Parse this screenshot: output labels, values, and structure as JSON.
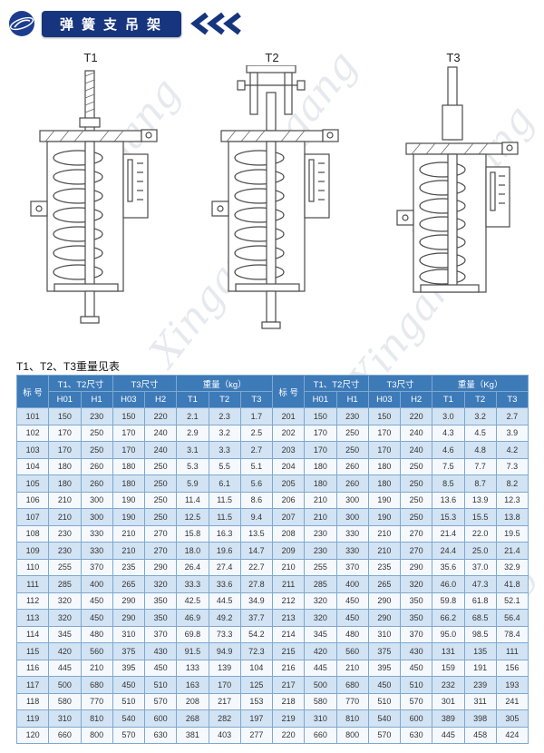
{
  "header": {
    "title": "弹簧支吊架"
  },
  "figures": [
    {
      "label": "T1"
    },
    {
      "label": "T2"
    },
    {
      "label": "T3"
    }
  ],
  "table_title": "T1、T2、T3重量见表",
  "watermark_text": "Xingang",
  "colors": {
    "banner_navy": "#17357e",
    "table_header_blue": "#3d7ab8",
    "row_alt_blue": "#d2e3f3",
    "table_border": "#7fa8cf"
  },
  "table": {
    "header": {
      "mark": "标 号",
      "t1t2_dim": "T1、T2尺寸",
      "t3_dim": "T3尺寸",
      "weight_left": "重量（kg）",
      "weight_right": "重量（Kg）",
      "sub": [
        "H01",
        "H1",
        "H03",
        "H2",
        "T1",
        "T2",
        "T3"
      ]
    },
    "rows": [
      [
        "101",
        "150",
        "230",
        "150",
        "220",
        "2.1",
        "2.3",
        "1.7",
        "201",
        "150",
        "230",
        "150",
        "220",
        "3.0",
        "3.2",
        "2.7"
      ],
      [
        "102",
        "170",
        "250",
        "170",
        "240",
        "2.9",
        "3.2",
        "2.5",
        "202",
        "170",
        "250",
        "170",
        "240",
        "4.3",
        "4.5",
        "3.9"
      ],
      [
        "103",
        "170",
        "250",
        "170",
        "240",
        "3.1",
        "3.3",
        "2.7",
        "203",
        "170",
        "250",
        "170",
        "240",
        "4.6",
        "4.8",
        "4.2"
      ],
      [
        "104",
        "180",
        "260",
        "180",
        "250",
        "5.3",
        "5.5",
        "5.1",
        "204",
        "180",
        "260",
        "180",
        "250",
        "7.5",
        "7.7",
        "7.3"
      ],
      [
        "105",
        "180",
        "260",
        "180",
        "250",
        "5.9",
        "6.1",
        "5.6",
        "205",
        "180",
        "260",
        "180",
        "250",
        "8.5",
        "8.7",
        "8.2"
      ],
      [
        "106",
        "210",
        "300",
        "190",
        "250",
        "11.4",
        "11.5",
        "8.6",
        "206",
        "210",
        "300",
        "190",
        "250",
        "13.6",
        "13.9",
        "12.3"
      ],
      [
        "107",
        "210",
        "300",
        "190",
        "250",
        "12.5",
        "11.5",
        "9.4",
        "207",
        "210",
        "300",
        "190",
        "250",
        "15.3",
        "15.5",
        "13.8"
      ],
      [
        "108",
        "230",
        "330",
        "210",
        "270",
        "15.8",
        "16.3",
        "13.5",
        "208",
        "230",
        "330",
        "210",
        "270",
        "21.4",
        "22.0",
        "19.5"
      ],
      [
        "109",
        "230",
        "330",
        "210",
        "270",
        "18.0",
        "19.6",
        "14.7",
        "209",
        "230",
        "330",
        "210",
        "270",
        "24.4",
        "25.0",
        "21.4"
      ],
      [
        "110",
        "255",
        "370",
        "235",
        "290",
        "26.4",
        "27.4",
        "22.7",
        "210",
        "255",
        "370",
        "235",
        "290",
        "35.6",
        "37.0",
        "32.9"
      ],
      [
        "111",
        "285",
        "400",
        "265",
        "320",
        "33.3",
        "33.6",
        "27.8",
        "211",
        "285",
        "400",
        "265",
        "320",
        "46.0",
        "47.3",
        "41.8"
      ],
      [
        "112",
        "320",
        "450",
        "290",
        "350",
        "42.5",
        "44.5",
        "34.9",
        "212",
        "320",
        "450",
        "290",
        "350",
        "59.8",
        "61.8",
        "52.1"
      ],
      [
        "113",
        "320",
        "450",
        "290",
        "350",
        "46.9",
        "49.2",
        "37.7",
        "213",
        "320",
        "450",
        "290",
        "350",
        "66.2",
        "68.5",
        "56.4"
      ],
      [
        "114",
        "345",
        "480",
        "310",
        "370",
        "69.8",
        "73.3",
        "54.2",
        "214",
        "345",
        "480",
        "310",
        "370",
        "95.0",
        "98.5",
        "78.4"
      ],
      [
        "115",
        "420",
        "560",
        "375",
        "430",
        "91.5",
        "94.9",
        "72.3",
        "215",
        "420",
        "560",
        "375",
        "430",
        "131",
        "135",
        "111"
      ],
      [
        "116",
        "445",
        "210",
        "395",
        "450",
        "133",
        "139",
        "104",
        "216",
        "445",
        "210",
        "395",
        "450",
        "159",
        "191",
        "156"
      ],
      [
        "117",
        "500",
        "680",
        "450",
        "510",
        "163",
        "170",
        "125",
        "217",
        "500",
        "680",
        "450",
        "510",
        "232",
        "239",
        "193"
      ],
      [
        "118",
        "580",
        "770",
        "510",
        "570",
        "208",
        "217",
        "153",
        "218",
        "580",
        "770",
        "510",
        "570",
        "301",
        "311",
        "241"
      ],
      [
        "119",
        "310",
        "810",
        "540",
        "600",
        "268",
        "282",
        "197",
        "219",
        "310",
        "810",
        "540",
        "600",
        "389",
        "398",
        "305"
      ],
      [
        "120",
        "660",
        "800",
        "570",
        "630",
        "381",
        "403",
        "277",
        "220",
        "660",
        "800",
        "570",
        "630",
        "445",
        "458",
        "424"
      ]
    ]
  }
}
